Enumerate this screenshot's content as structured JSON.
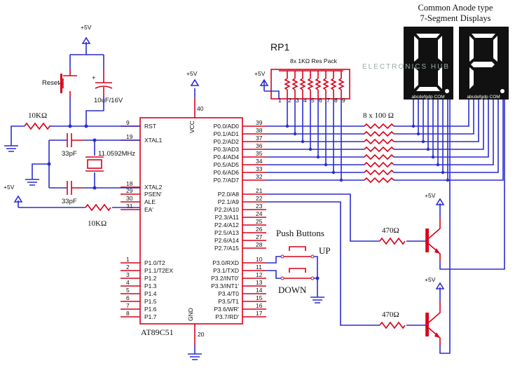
{
  "title": {
    "line1": "Common Anode type",
    "line2": "7-Segment Displays"
  },
  "rp1": {
    "name": "RP1",
    "desc": "8x 1KΩ   Res Pack",
    "pins": [
      "1",
      "2",
      "3",
      "4",
      "5",
      "6",
      "7",
      "8",
      "9"
    ]
  },
  "supply": {
    "vplus": "+5V"
  },
  "reset": {
    "label": "Reset",
    "cap": "10uF/16V",
    "plus": "+",
    "res": "10KΩ"
  },
  "crystal": {
    "freq": "11.0592MHz",
    "cap1": "33pF",
    "cap2": "33pF"
  },
  "ea_res": "10KΩ",
  "chip": {
    "name": "AT89C51",
    "left_pins": [
      {
        "num": "9",
        "name": "RST"
      },
      {
        "num": "19",
        "name": "XTAL1"
      },
      {
        "num": "18",
        "name": "XTAL2"
      },
      {
        "num": "29",
        "name": "PSEN'"
      },
      {
        "num": "30",
        "name": "ALE"
      },
      {
        "num": "31",
        "name": "EA'"
      },
      {
        "num": "1",
        "name": "P1.0/T2"
      },
      {
        "num": "2",
        "name": "P1.1/T2EX"
      },
      {
        "num": "3",
        "name": "P1.2"
      },
      {
        "num": "4",
        "name": "P1.3"
      },
      {
        "num": "5",
        "name": "P1.4"
      },
      {
        "num": "6",
        "name": "P1.5"
      },
      {
        "num": "7",
        "name": "P1.6"
      },
      {
        "num": "8",
        "name": "P1.7"
      }
    ],
    "right_pins": [
      {
        "num": "39",
        "name": "P0.0/AD0"
      },
      {
        "num": "38",
        "name": "P0.1/AD1"
      },
      {
        "num": "37",
        "name": "P0.2/AD2"
      },
      {
        "num": "36",
        "name": "P0.3/AD3"
      },
      {
        "num": "35",
        "name": "P0.4/AD4"
      },
      {
        "num": "34",
        "name": "P0.5/AD5"
      },
      {
        "num": "33",
        "name": "P0.6/AD6"
      },
      {
        "num": "32",
        "name": "P0.7/AD7"
      },
      {
        "num": "21",
        "name": "P2.0/A8"
      },
      {
        "num": "22",
        "name": "P2.1/A9"
      },
      {
        "num": "23",
        "name": "P2.2/A10"
      },
      {
        "num": "24",
        "name": "P2.3/A11"
      },
      {
        "num": "25",
        "name": "P2.4/A12"
      },
      {
        "num": "26",
        "name": "P2.5/A13"
      },
      {
        "num": "27",
        "name": "P2.6/A14"
      },
      {
        "num": "28",
        "name": "P2.7/A15"
      },
      {
        "num": "10",
        "name": "P3.0/RXD"
      },
      {
        "num": "11",
        "name": "P3.1/TXD"
      },
      {
        "num": "12",
        "name": "P3.2/INT0'"
      },
      {
        "num": "13",
        "name": "P3.3/INT1'"
      },
      {
        "num": "14",
        "name": "P3.4/T0"
      },
      {
        "num": "15",
        "name": "P3.5/T1"
      },
      {
        "num": "16",
        "name": "P3.6/WR'"
      },
      {
        "num": "17",
        "name": "P3.7/RD'"
      }
    ],
    "vcc": {
      "num": "40",
      "name": "VCC"
    },
    "gnd": {
      "num": "20",
      "name": "GND"
    }
  },
  "seg_res": "8 x 100 Ω",
  "seg_pins": "abcdefgdp COM",
  "push": {
    "title": "Push Buttons",
    "up": "UP",
    "down": "DOWN"
  },
  "transistor_res": [
    "470Ω",
    "470Ω"
  ],
  "watermark": "ELECTRONICS HUB"
}
